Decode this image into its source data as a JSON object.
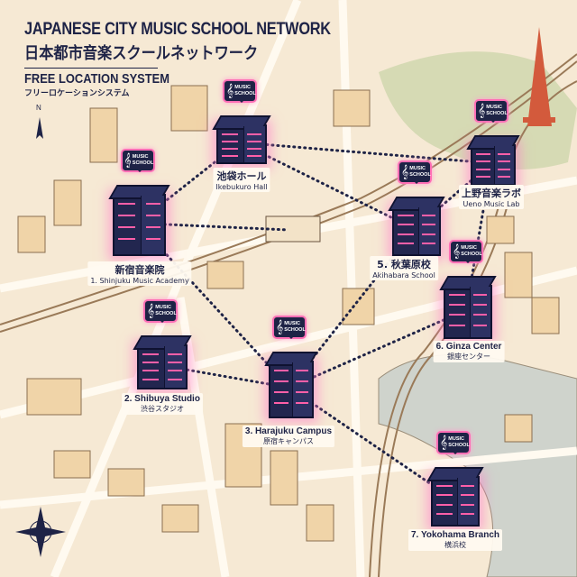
{
  "header": {
    "title_en": "JAPANESE CITY MUSIC SCHOOL NETWORK",
    "title_jp": "日本都市音楽スクールネットワーク",
    "subtitle_en": "FREE LOCATION SYSTEM",
    "subtitle_jp": "フリーロケーションシステム"
  },
  "compass": {
    "north_label": "N"
  },
  "badge_text": {
    "line1": "MUSIC",
    "line2": "SCHOOL",
    "icon": "treble-clef-icon"
  },
  "colors": {
    "marker": "#1e2346",
    "glow": "#ff6fb5",
    "route": "#1e2346",
    "land": "#f6e9d4",
    "water": "#cfd3cc"
  },
  "schools": [
    {
      "id": "shinjuku",
      "primary": "新宿音楽院",
      "secondary": "1. Shinjuku Music Academy"
    },
    {
      "id": "ikebukuro",
      "primary": "池袋ホール",
      "secondary": "Ikebukuro Hall"
    },
    {
      "id": "ueno",
      "primary": "上野音楽ラボ",
      "secondary": "Ueno Music Lab"
    },
    {
      "id": "akihabara",
      "primary": "5. 秋葉原校",
      "secondary": "Akihabara School"
    },
    {
      "id": "ginza",
      "primary": "6. Ginza Center",
      "secondary": "銀座センター"
    },
    {
      "id": "shibuya",
      "primary": "2. Shibuya Studio",
      "secondary": "渋谷スタジオ"
    },
    {
      "id": "harajuku",
      "primary": "3. Harajuku Campus",
      "secondary": "原宿キャンパス"
    },
    {
      "id": "yokohama",
      "primary": "7. Yokohama Branch",
      "secondary": "横浜校"
    }
  ],
  "routes": [
    [
      "shinjuku",
      "ikebukuro"
    ],
    [
      "shinjuku",
      "station"
    ],
    [
      "shinjuku",
      "harajuku"
    ],
    [
      "ikebukuro",
      "akihabara"
    ],
    [
      "ikebukuro",
      "ueno"
    ],
    [
      "ueno",
      "akihabara"
    ],
    [
      "ueno",
      "ginza"
    ],
    [
      "harajuku",
      "akihabara"
    ],
    [
      "harajuku",
      "shibuya"
    ],
    [
      "harajuku",
      "ginza"
    ],
    [
      "harajuku",
      "yokohama"
    ]
  ]
}
